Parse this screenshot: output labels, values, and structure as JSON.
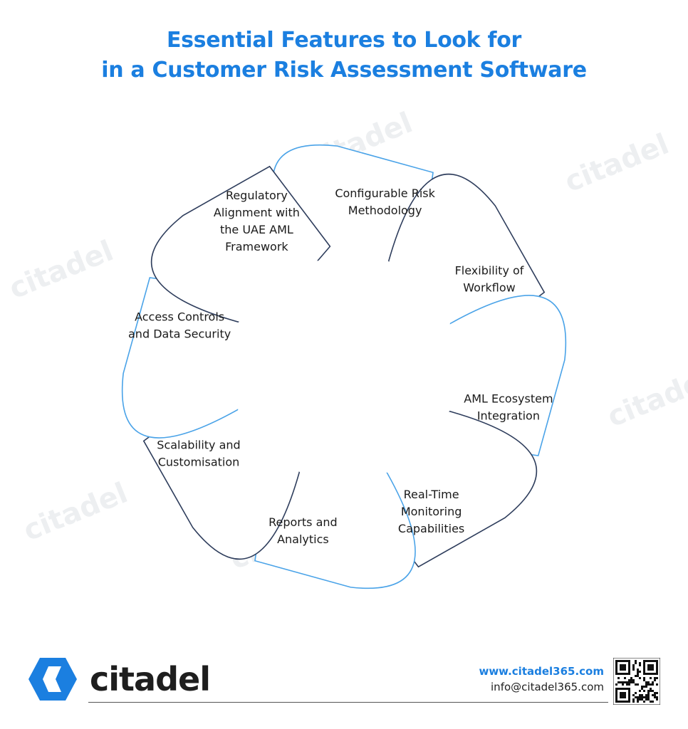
{
  "title": {
    "line1": "Essential Features to Look for",
    "line2": "in a Customer Risk Assessment Software"
  },
  "colors": {
    "title": "#1b7fe0",
    "petal_stroke_light": "#4aa3e8",
    "petal_stroke_dark": "#2e3d5c",
    "brand_blue": "#1b7fe0"
  },
  "features": [
    {
      "lines": [
        "Configurable Risk",
        "Methodology"
      ]
    },
    {
      "lines": [
        "Flexibility of",
        "Workflow"
      ]
    },
    {
      "lines": [
        "AML Ecosystem",
        "Integration"
      ]
    },
    {
      "lines": [
        "Real-Time",
        "Monitoring",
        "Capabilities"
      ]
    },
    {
      "lines": [
        "Reports and",
        "Analytics"
      ]
    },
    {
      "lines": [
        "Scalability and",
        "Customisation"
      ]
    },
    {
      "lines": [
        "Access Controls",
        "and Data Security"
      ]
    },
    {
      "lines": [
        "Regulatory",
        "Alignment with",
        "the UAE AML",
        "Framework"
      ]
    }
  ],
  "watermark_text": "citadel",
  "footer": {
    "brand": "citadel",
    "logo_icon": "citadel-hexagon-logo-icon",
    "website": "www.citadel365.com",
    "email": "info@citadel365.com",
    "qr_icon": "qr-code-icon"
  }
}
